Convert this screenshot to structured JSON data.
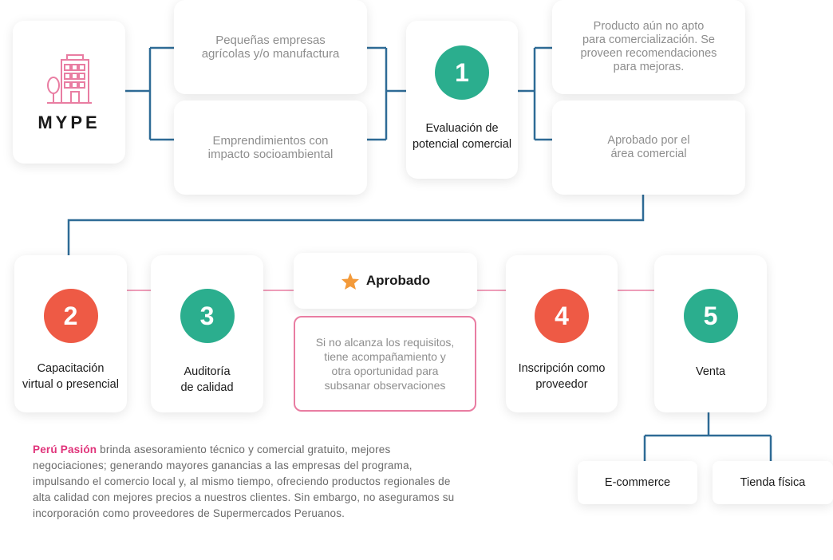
{
  "mype": {
    "label": "MYPE",
    "icon": "building-icon"
  },
  "inputs": {
    "small_businesses": "Pequeñas empresas\nagrícolas y/o manufactura",
    "ventures": "Emprendimientos con\nimpacto socioambiental"
  },
  "step1": {
    "number": "1",
    "label": "Evaluación de\npotencial comercial"
  },
  "outcomes": {
    "not_ready": "Producto aún no apto\npara comercialización. Se\nproveen recomendaciones\npara mejoras.",
    "approved": "Aprobado por el\nárea comercial"
  },
  "step2": {
    "number": "2",
    "label": "Capacitación\nvirtual o presencial"
  },
  "step3": {
    "number": "3",
    "label": "Auditoría\nde calidad"
  },
  "approved_badge": {
    "label": "Aprobado",
    "icon": "star-icon"
  },
  "note": "Si no alcanza los requisitos,\ntiene acompañamiento y\notra oportunidad para\nsubsanar observaciones",
  "step4": {
    "number": "4",
    "label": "Inscripción como\nproveedor"
  },
  "step5": {
    "number": "5",
    "label": "Venta"
  },
  "channels": {
    "ecommerce": "E-commerce",
    "store": "Tienda física"
  },
  "footer": {
    "brand": "Perú Pasión",
    "text": " brinda asesoramiento técnico y comercial gratuito, mejores negociaciones; generando mayores ganancias a las empresas del programa, impulsando el comercio local y, al mismo tiempo, ofreciendo productos regionales de alta calidad con mejores precios a nuestros clientes. Sin embargo, no aseguramos su incorporación como proveedores de Supermercados Peruanos."
  },
  "colors": {
    "blue_line": "#2e6b96",
    "pink_line": "#e97da2",
    "teal": "#2bae8e",
    "coral": "#ee5a45",
    "brand_pink": "#e0337a",
    "star": "#f39a3a"
  }
}
